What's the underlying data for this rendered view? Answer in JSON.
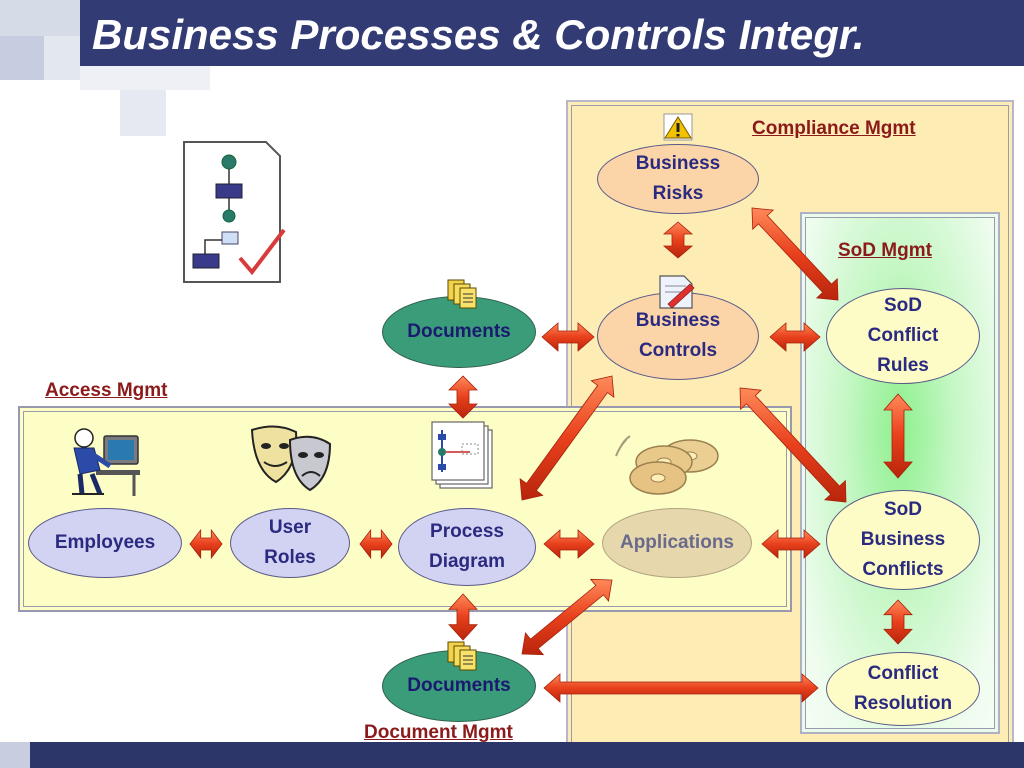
{
  "title": "Business Processes & Controls Integr.",
  "regions": {
    "compliance": "Compliance Mgmt",
    "sod": "SoD Mgmt",
    "access": "Access Mgmt",
    "document": "Document Mgmt"
  },
  "nodes": {
    "business_risks": "Business\nRisks",
    "business_controls": "Business\nControls",
    "sod_conflict_rules": "SoD\nConflict\nRules",
    "sod_business_conflicts": "SoD\nBusiness\nConflicts",
    "conflict_resolution": "Conflict\nResolution",
    "documents_top": "Documents",
    "documents_bottom": "Documents",
    "employees": "Employees",
    "user_roles": "User\nRoles",
    "process_diagram": "Process\nDiagram",
    "applications": "Applications"
  },
  "colors": {
    "title_bar": "#323b74",
    "region_label": "#8b1a1a",
    "node_text": "#2a2a80",
    "arrow": "#e8401c"
  },
  "icons": [
    "process-flow-document-icon",
    "warning-icon",
    "edit-document-icon",
    "documents-stack-icon",
    "person-at-computer-icon",
    "theatre-masks-icon",
    "process-diagram-icon",
    "discs-icon"
  ]
}
